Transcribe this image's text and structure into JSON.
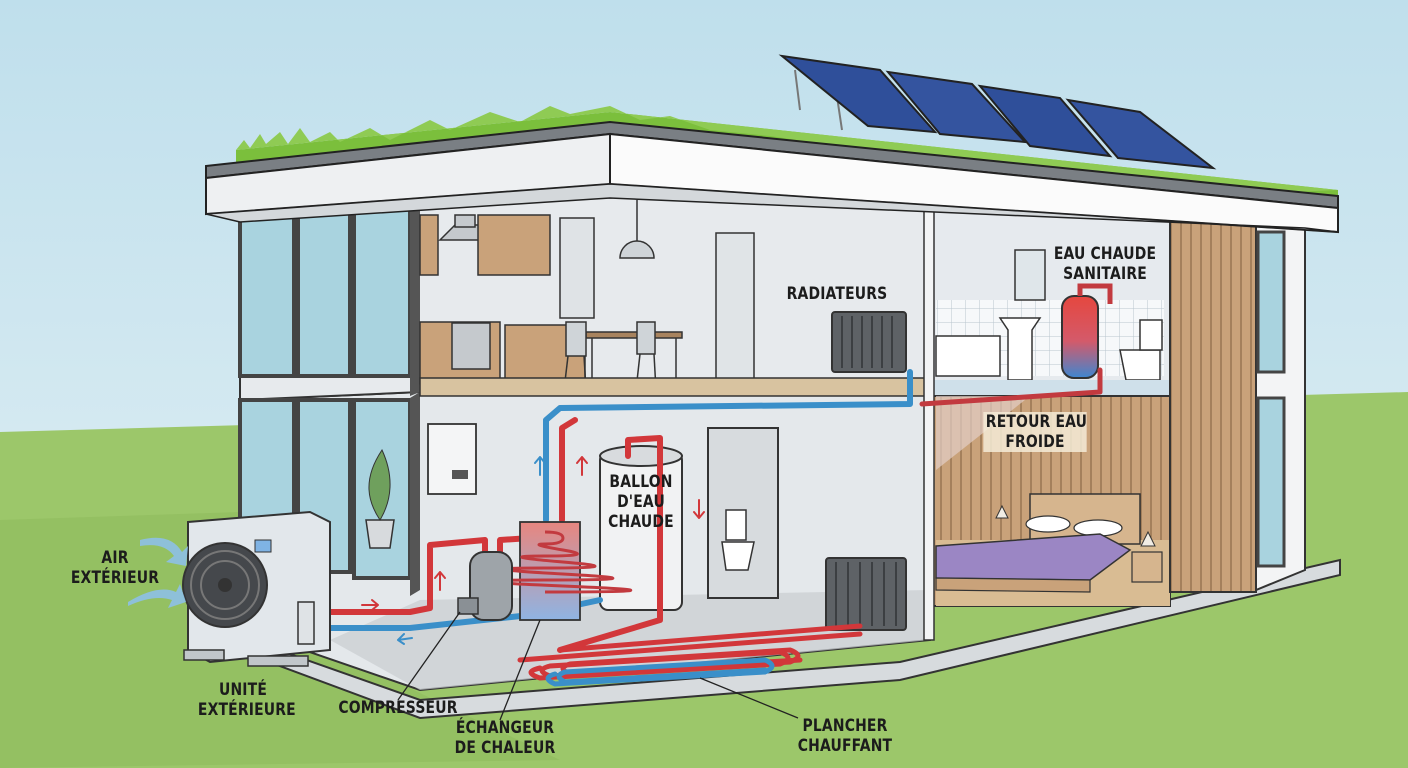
{
  "diagram": {
    "title": "Heat pump house cutaway",
    "labels": {
      "air_exterieur": "AIR\nEXTÉRIEUR",
      "unite_exterieure": "UNITÉ\nEXTÉRIEURE",
      "compresseur": "COMPRESSEUR",
      "echangeur": "ÉCHANGEUR\nDE CHALEUR",
      "plancher": "PLANCHER\nCHAUFFANT",
      "ballon": "BALLON\nD'EAU\nCHAUDE",
      "radiateurs": "RADIATEURS",
      "eau_chaude": "EAU CHAUDE\nSANITAIRE",
      "retour": "RETOUR EAU\nFROIDE"
    },
    "colors": {
      "sky": "#cfe6ef",
      "grass": "#9cc76a",
      "hot_pipe": "#d2373a",
      "cold_pipe": "#3a8fc9",
      "wood": "#c9a27a",
      "wall": "#e9ecef",
      "solar": "#2f4f9a",
      "bed": "#9b86c4"
    },
    "components": [
      "solar-panels",
      "green-roof",
      "outdoor-unit",
      "compressor",
      "heat-exchanger",
      "hot-water-tank",
      "radiators",
      "sanitary-water-heater",
      "underfloor-heating",
      "kitchen",
      "bedroom",
      "bathroom"
    ]
  }
}
